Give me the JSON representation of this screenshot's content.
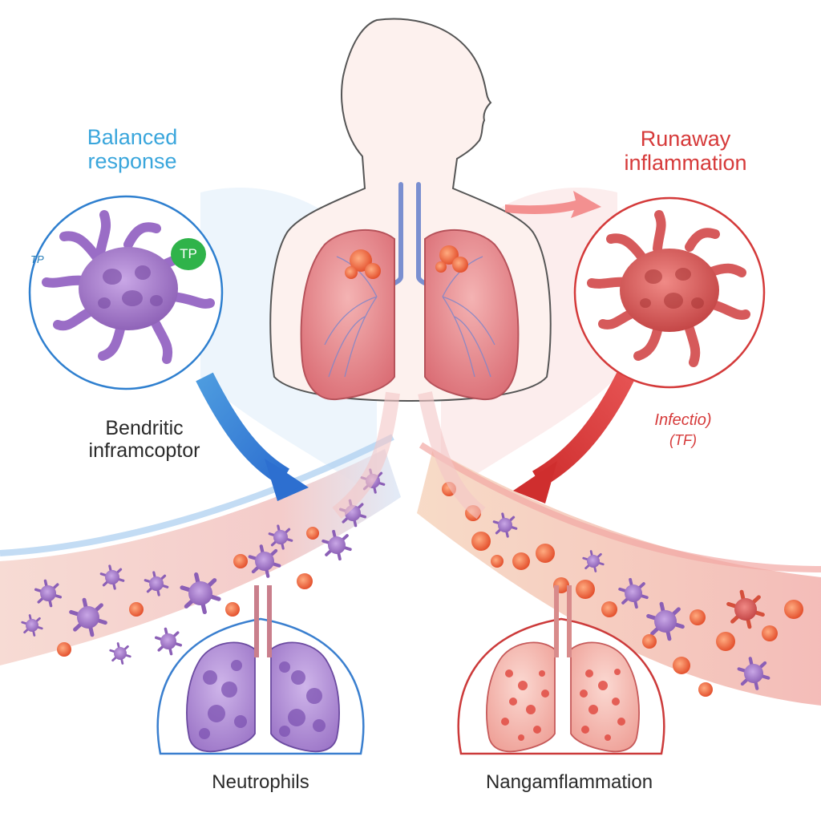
{
  "left_panel": {
    "title": "Balanced\nresponse",
    "cell_badge": "TP",
    "cell_badge_small": "TP",
    "caption": "Bendritic\ninframcoptor",
    "lung_caption": "Neutrophils"
  },
  "right_panel": {
    "title": "Runaway\ninflammation",
    "infection_label": "Infectio)",
    "infection_sub": "(TF)",
    "lung_caption": "Nangamflammation"
  },
  "colors": {
    "balanced": "#3aa6dc",
    "runaway": "#d63a3a",
    "dendritic_cell": "#a77fc9",
    "inflamed_cell": "#d8585a",
    "lung": "#e58a8f",
    "badge": "#2fb34a"
  },
  "icons": [
    "dendritic-cell-icon",
    "inflamed-cell-icon",
    "lungs-icon",
    "arrow-icon"
  ]
}
